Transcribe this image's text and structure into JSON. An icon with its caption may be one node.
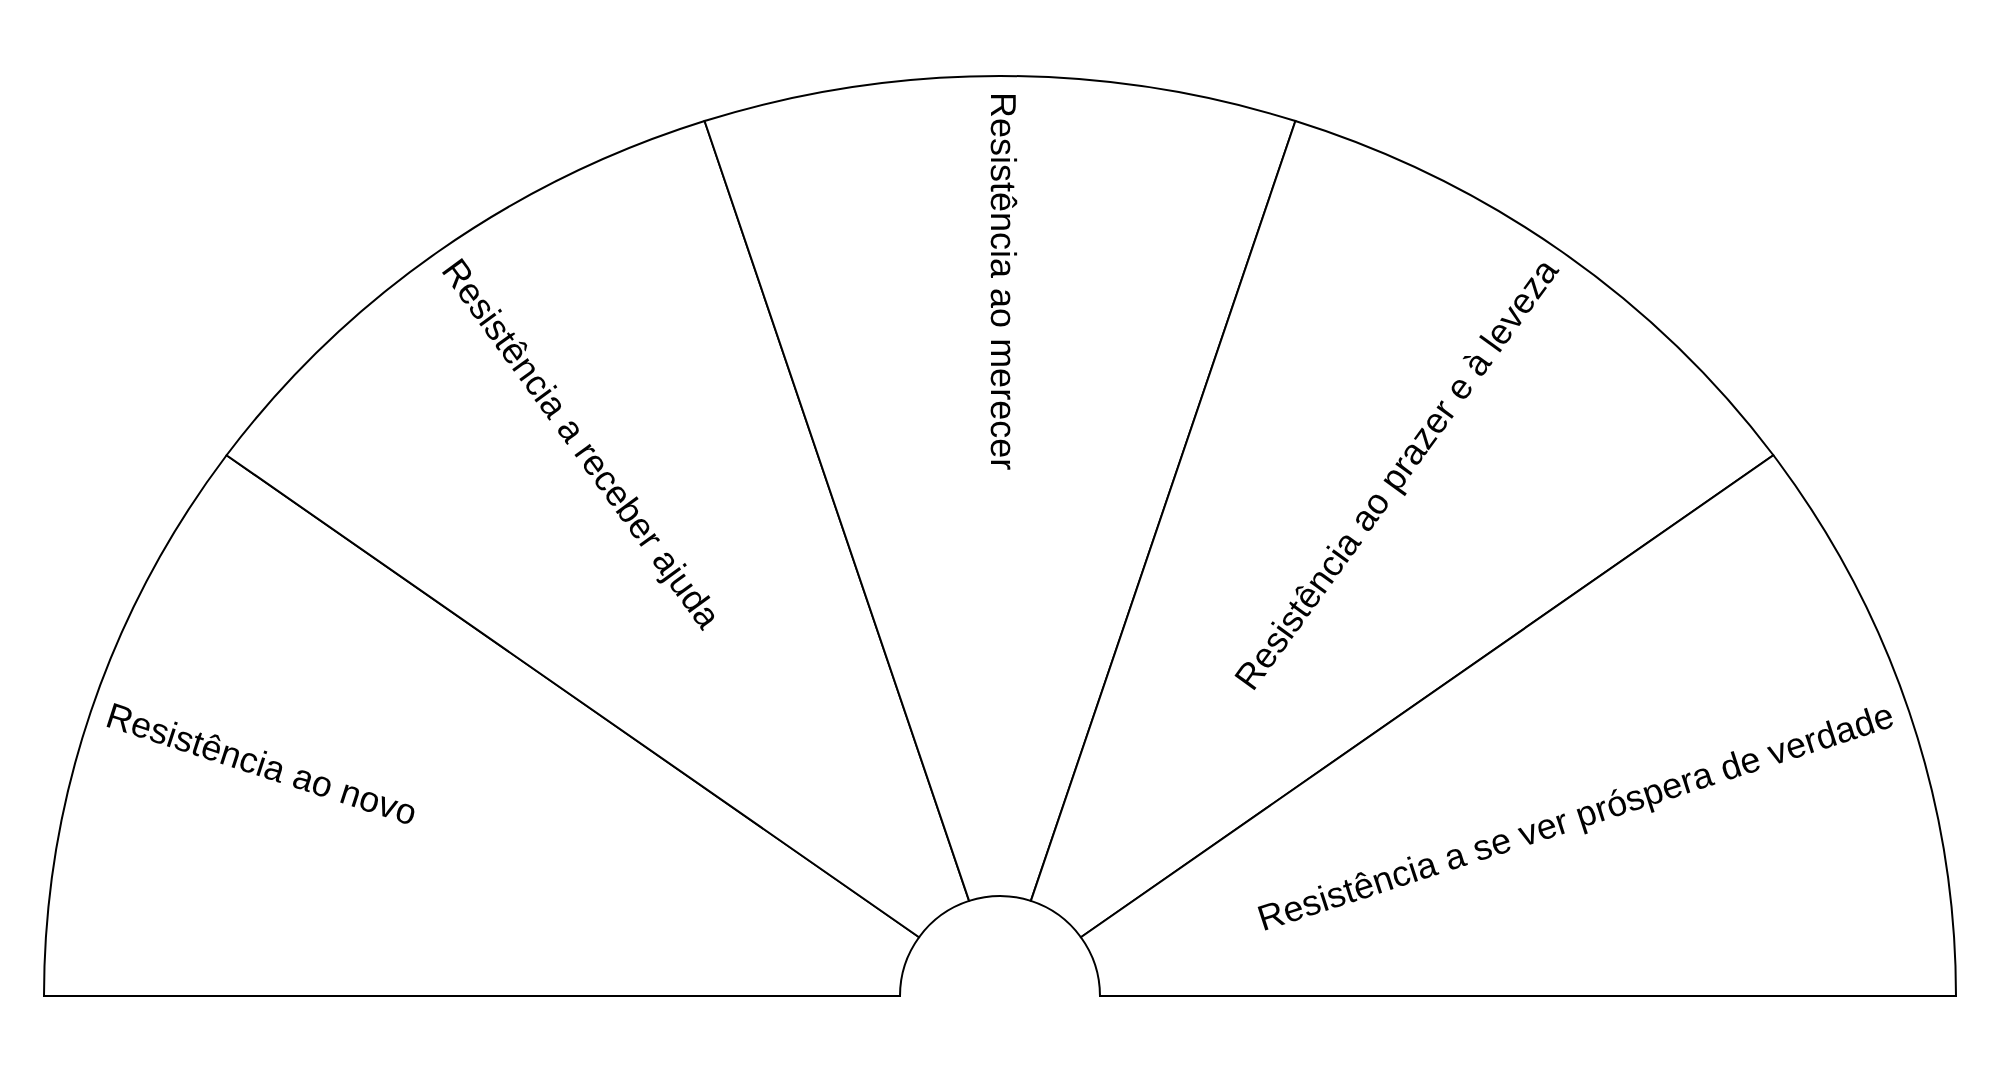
{
  "diagram": {
    "nodes": [
      {
        "text": [
          "Resistência ao novo"
        ]
      },
      {
        "text": [
          "Resistência a receber ajuda"
        ]
      },
      {
        "text": [
          "Resistência ao merecer"
        ]
      },
      {
        "text": [
          "Resistência ao prazer e à leveza"
        ]
      },
      {
        "text": [
          "Resistência a se ver próspera de verdade"
        ]
      }
    ]
  }
}
